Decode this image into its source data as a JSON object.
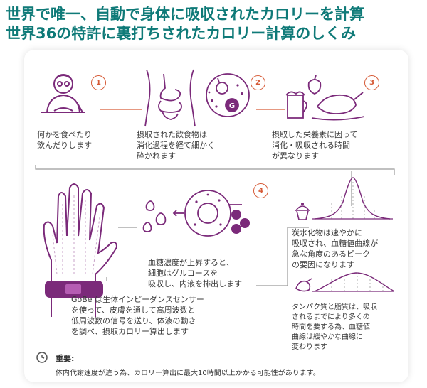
{
  "headline": {
    "line1": "世界で唯一、自動で身体に吸収されたカロリーを計算",
    "line2": "世界36の特許に裏打ちされたカロリー計算のしくみ"
  },
  "steps": [
    {
      "num": "1",
      "text": "何かを食べたり\n飲んだりします"
    },
    {
      "num": "2",
      "text": "摂取された飲食物は\n消化過程を経て細かく\n砕かれます"
    },
    {
      "num": "3",
      "text": "摂取した栄養素に因って\n消化・吸収される時間\nが異なります"
    },
    {
      "num": "4",
      "text": "血糖濃度が上昇すると、\n細胞はグルコースを\n吸収し、内液を排出します"
    }
  ],
  "carb_text": "炭水化物は速やかに\n吸収され、血糖値曲線が\n急な角度のあるピーク\nの要因になります",
  "protein_text": "タンパク質と脂質は、吸収\nされるまでにより多くの\n時間を要する為、血糖値\n曲線は緩やかな曲線に\n変わります",
  "gobe_text": "GoBe は生体インピーダンスセンサー\nを使って、皮膚を通して高周波数と\n低周波数の信号を送り、体液の動き\nを調べ、摂取カロリー算出します",
  "molecule_label": "G",
  "note": {
    "title": "重要:",
    "body": "体内代謝速度が違う為、カロリー算出に最大10時間以上かかる可能性があります。"
  },
  "colors": {
    "headline": "#0f7a78",
    "accent_purple": "#7b2a7a",
    "accent_orange": "#d65a36",
    "line_gray": "#9a9a9a"
  }
}
